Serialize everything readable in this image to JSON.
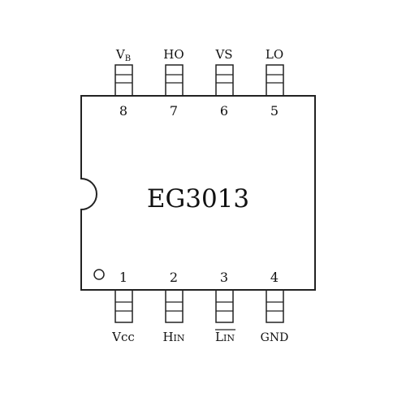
{
  "chip": {
    "part_number": "EG3013",
    "pins": [
      {
        "number": "1",
        "label": "Vcc",
        "side": "bottom"
      },
      {
        "number": "2",
        "label": "H",
        "label_sub": "IN",
        "side": "bottom"
      },
      {
        "number": "3",
        "label": "L",
        "label_sub": "IN",
        "overline": true,
        "side": "bottom"
      },
      {
        "number": "4",
        "label": "GND",
        "side": "bottom"
      },
      {
        "number": "5",
        "label": "LO",
        "side": "top"
      },
      {
        "number": "6",
        "label": "VS",
        "side": "top"
      },
      {
        "number": "7",
        "label": "HO",
        "side": "top"
      },
      {
        "number": "8",
        "label": "V",
        "label_sub": "B",
        "side": "top"
      }
    ]
  },
  "colors": {
    "stroke": "#222222",
    "background": "#ffffff"
  }
}
